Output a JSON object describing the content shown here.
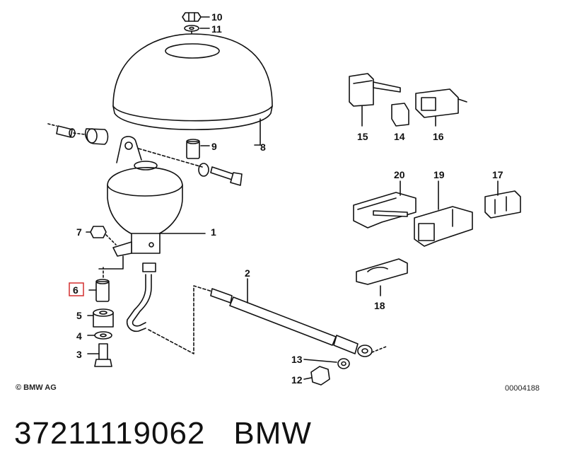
{
  "diagram": {
    "part_labels": [
      "1",
      "2",
      "3",
      "4",
      "5",
      "6",
      "7",
      "8",
      "9",
      "10",
      "11",
      "12",
      "13",
      "14",
      "15",
      "16",
      "17",
      "18",
      "19",
      "20"
    ],
    "highlighted_part": "6",
    "highlight_color": "#d32f2f",
    "copyright": "© BMW AG",
    "code": "00004188"
  },
  "caption": {
    "part_number": "37211119062",
    "brand": "BMW"
  }
}
